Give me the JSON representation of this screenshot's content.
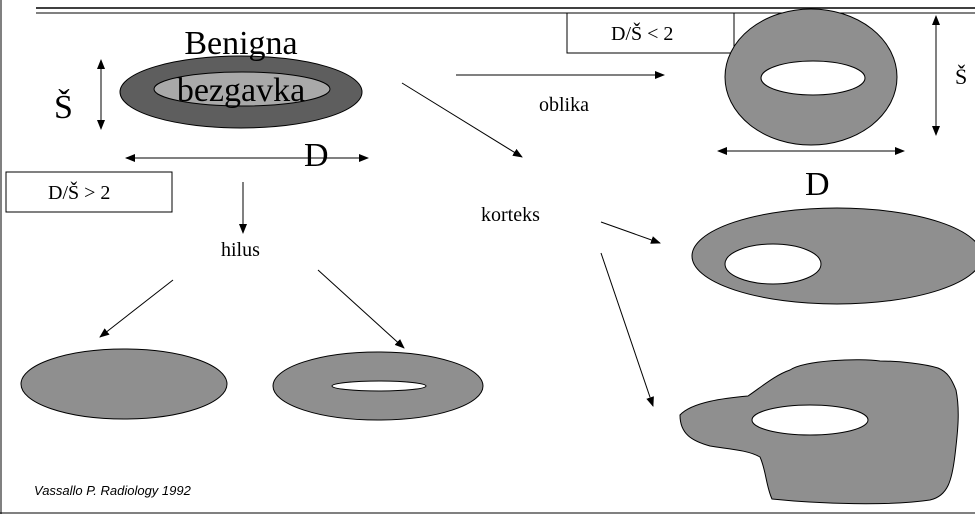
{
  "labels": {
    "title_line1": "Benigna",
    "title_line2": "bezgavka",
    "width_symbol_left": "Š",
    "length_symbol_left": "D",
    "ratio_gt": "D/Š > 2",
    "ratio_lt": "D/Š < 2",
    "oblika": "oblika",
    "width_symbol_right": "Š",
    "length_symbol_right": "D",
    "korteks": "korteks",
    "hilus": "hilus",
    "citation": "Vassallo P. Radiology 1992"
  },
  "colors": {
    "outer_dark": "#5e5e5e",
    "inner_light": "#a9a9a9",
    "gray_fill": "#8f8f8f",
    "stroke": "#000000",
    "hilum": "#ffffff"
  }
}
